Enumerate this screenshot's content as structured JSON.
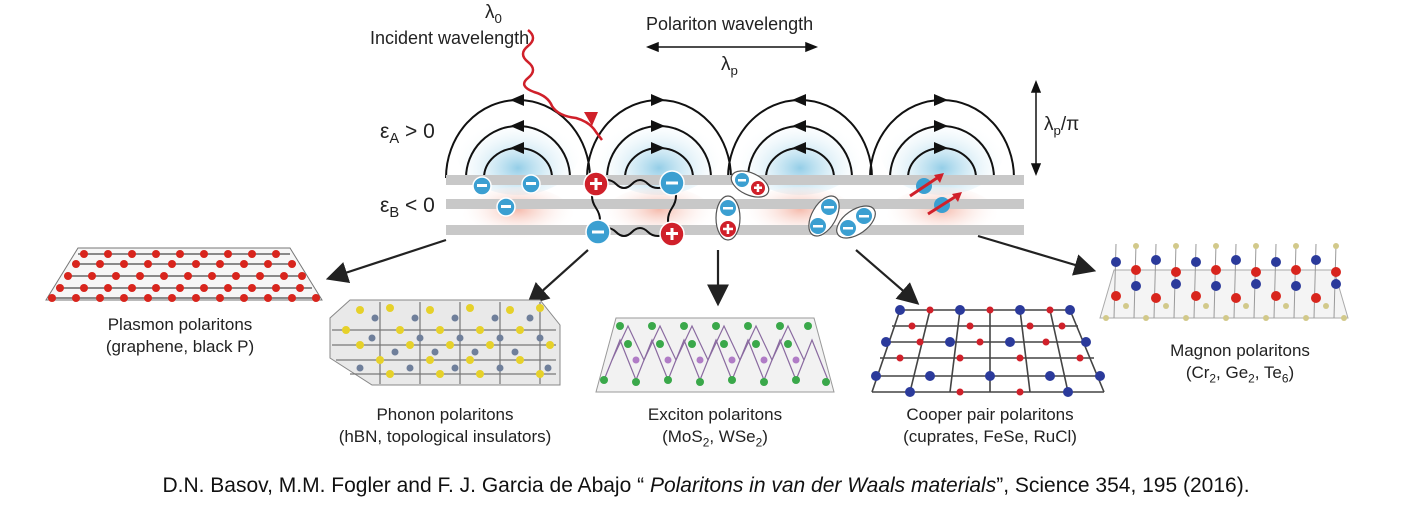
{
  "top": {
    "lambda0": "λ0",
    "incident": "Incident wavelength",
    "polariton_wavelength": "Polariton wavelength",
    "lambda_p": "λp",
    "lambda_p_pi": "λp/π",
    "eps_a": "εA > 0",
    "eps_b": "εB < 0"
  },
  "materials": [
    {
      "name": "Plasmon polaritons",
      "examples": "(graphene, black P)"
    },
    {
      "name": "Phonon polaritons",
      "examples": "(hBN, topological insulators)"
    },
    {
      "name": "Exciton polaritons",
      "examples": "(MoS2, WSe2)"
    },
    {
      "name": "Cooper pair polaritons",
      "examples": "(cuprates, FeSe, RuCl)"
    },
    {
      "name": "Magnon polaritons",
      "examples": "(Cr2, Ge2, Te6)"
    }
  ],
  "caption": {
    "authors": "D.N. Basov, M.M. Fogler and F. J. Garcia de Abajo “ ",
    "title": "Polaritons in van der Waals materials",
    "journal": "”,  Science 354, 195 (2016)."
  },
  "colors": {
    "red": "#d0202a",
    "blue": "#3b9fd1",
    "glow_blue": "#9fd3ea",
    "glow_red": "#f6c1b3",
    "layer": "#c8c8c8"
  }
}
